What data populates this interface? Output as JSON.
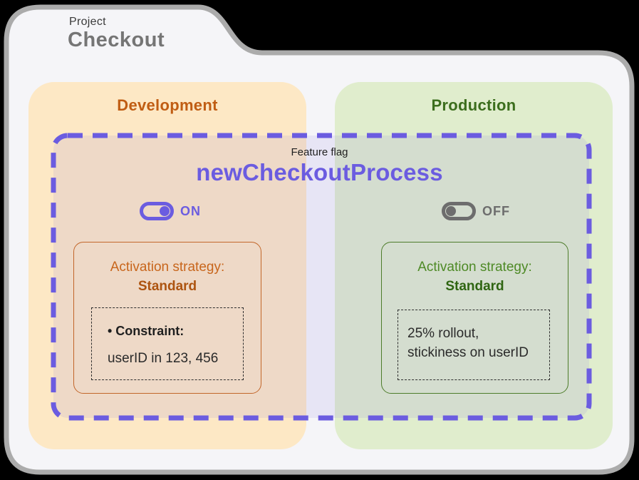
{
  "project": {
    "label": "Project",
    "name": "Checkout"
  },
  "feature_flag": {
    "label": "Feature flag",
    "name": "newCheckoutProcess"
  },
  "environments": [
    {
      "name": "Development",
      "toggle_state": "ON",
      "strategy_title": "Activation strategy:",
      "strategy_type": "Standard",
      "rule_lines": [
        "• Constraint:",
        "userID in 123, 456"
      ]
    },
    {
      "name": "Production",
      "toggle_state": "OFF",
      "strategy_title": "Activation strategy:",
      "strategy_type": "Standard",
      "rule_lines": [
        "25% rollout,",
        "stickiness on userID"
      ]
    }
  ],
  "colors": {
    "accent": "#6b5ce0",
    "off_gray": "#6d6d6d",
    "folder_bg": "#f5f5f8",
    "folder_border": "#ababab",
    "dev_bg": "#fde8c5",
    "dev_header": "#c05d13",
    "dev_border": "#c2662a",
    "dev_strategy_title": "#c8661c",
    "dev_strategy_type": "#ad5410",
    "prod_bg": "#e0edcd",
    "prod_header": "#3c6e1d",
    "prod_border": "#4d7c2a",
    "prod_strategy_title": "#4e8a26",
    "prod_strategy_type": "#2f6512",
    "title_gray": "#757575",
    "text_dark": "#3a3a3a"
  }
}
